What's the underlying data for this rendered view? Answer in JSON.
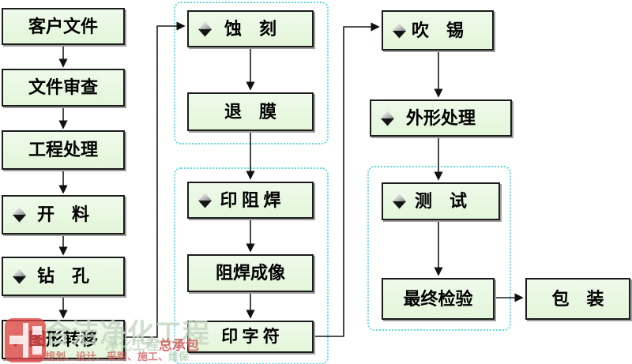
{
  "flowchart": {
    "nodes": [
      {
        "name": "customer-files",
        "label": "客户文件",
        "has_icon": false
      },
      {
        "name": "file-review",
        "label": "文件审查",
        "has_icon": false
      },
      {
        "name": "engineering-process",
        "label": "工程处理",
        "has_icon": false
      },
      {
        "name": "cutting",
        "label": "开　料",
        "has_icon": true
      },
      {
        "name": "drilling",
        "label": "钻　孔",
        "has_icon": true
      },
      {
        "name": "pattern-transfer",
        "label": "图形转移",
        "has_icon": true
      },
      {
        "name": "etching",
        "label": "蚀　刻",
        "has_icon": true
      },
      {
        "name": "strip-film",
        "label": "退　膜",
        "has_icon": false
      },
      {
        "name": "print-solder-mask",
        "label": "印 阻 焊",
        "has_icon": true
      },
      {
        "name": "solder-mask-imaging",
        "label": "阻焊成像",
        "has_icon": false
      },
      {
        "name": "print-legend",
        "label": "印 字 符",
        "has_icon": false
      },
      {
        "name": "hot-air-tin",
        "label": "吹　锡",
        "has_icon": true
      },
      {
        "name": "profile-processing",
        "label": "外形处理",
        "has_icon": true
      },
      {
        "name": "testing",
        "label": "测　试",
        "has_icon": true
      },
      {
        "name": "final-inspection",
        "label": "最终检验",
        "has_icon": false
      },
      {
        "name": "packaging",
        "label": "包　装",
        "has_icon": false
      }
    ]
  },
  "watermark": {
    "title": "合洁净化工程",
    "subtitle_pale": "净化工程",
    "subtitle_red": "总承包",
    "services": "规划、设计、采购、施工、",
    "services_highlight": "维保"
  },
  "colors": {
    "node_fill": "#e6f8e0",
    "node_border": "#1c1c1c",
    "node_shadow": "#9f9f9f",
    "group_border": "#5ddbe8",
    "connector": "#1a1a1a",
    "watermark_red": "#d05858",
    "watermark_pale": "#c3d6c2"
  }
}
